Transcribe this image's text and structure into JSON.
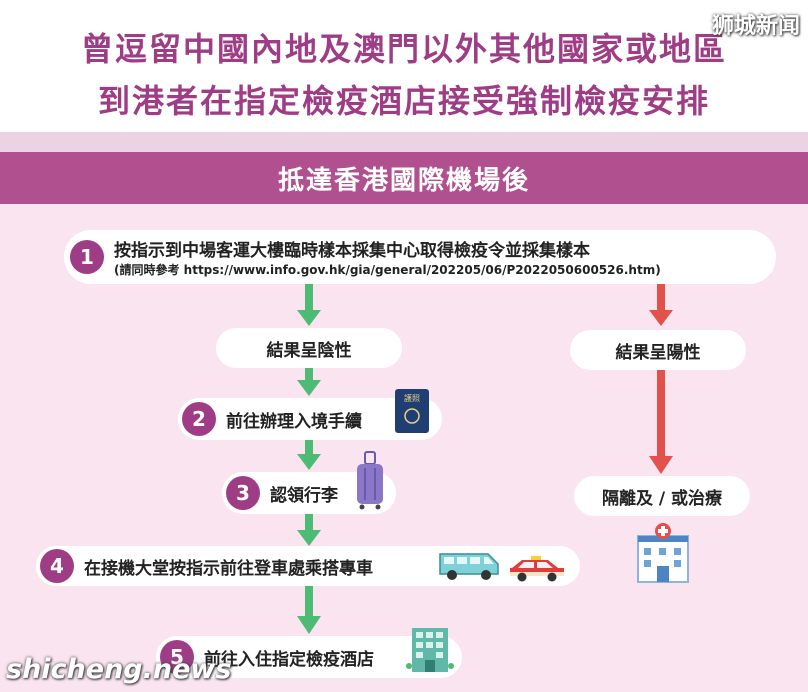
{
  "header": {
    "title_line1": "曾逗留中國內地及澳門以外其他國家或地區",
    "title_line2": "到港者在指定檢疫酒店接受強制檢疫安排",
    "watermark": "狮城新闻"
  },
  "section": {
    "title": "抵達香港國際機場後"
  },
  "steps": [
    {
      "number": "1",
      "label": "按指示到中場客運大樓臨時樣本採集中心取得檢疫令並採集樣本",
      "note": "(請同時參考 https://www.info.gov.hk/gia/general/202205/06/P2022050600526.htm)"
    },
    {
      "number": "2",
      "label": "前往辦理入境手續",
      "icon": "passport-icon",
      "icon_text": "護照"
    },
    {
      "number": "3",
      "label": "認領行李",
      "icon": "suitcase-icon"
    },
    {
      "number": "4",
      "label": "在接機大堂按指示前往登車處乘搭專車",
      "icons": [
        "van-icon",
        "taxi-icon"
      ]
    },
    {
      "number": "5",
      "label": "前往入住指定檢疫酒店",
      "icon": "hotel-icon"
    }
  ],
  "results": {
    "negative": "結果呈陰性",
    "positive": "結果呈陽性",
    "isolation": "隔離及 / 或治療",
    "isolation_icon": "hospital-icon"
  },
  "footer": {
    "watermark": "shicheng.news"
  },
  "colors": {
    "title": "#9e3d86",
    "section_bar": "#b1508f",
    "panel_bg": "#f9e4ef",
    "band": "#ecd3e4",
    "green_arrow": "#4dbb73",
    "red_arrow": "#e3514d",
    "number_circle": "#9e3d86"
  }
}
